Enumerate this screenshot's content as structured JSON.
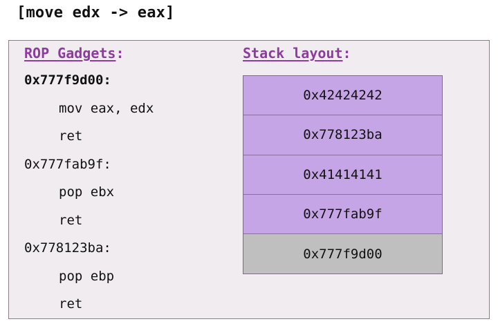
{
  "title": "[move edx -> eax]",
  "gadgets_heading": {
    "text": "ROP Gadgets",
    "suffix": ":"
  },
  "stack_heading": {
    "text": "Stack layout",
    "suffix": ":"
  },
  "gadget_lines": [
    {
      "text": "0x777f9d00:",
      "indent": false,
      "bold": true
    },
    {
      "text": "mov eax, edx",
      "indent": true,
      "bold": false
    },
    {
      "text": "ret",
      "indent": true,
      "bold": false
    },
    {
      "text": "0x777fab9f:",
      "indent": false,
      "bold": false
    },
    {
      "text": "pop ebx",
      "indent": true,
      "bold": false
    },
    {
      "text": "ret",
      "indent": true,
      "bold": false
    },
    {
      "text": "0x778123ba:",
      "indent": false,
      "bold": false
    },
    {
      "text": "pop ebp",
      "indent": true,
      "bold": false
    },
    {
      "text": "ret",
      "indent": true,
      "bold": false
    }
  ],
  "stack_cells": [
    {
      "value": "0x42424242",
      "color": "#c6a5e6"
    },
    {
      "value": "0x778123ba",
      "color": "#c6a5e6"
    },
    {
      "value": "0x41414141",
      "color": "#c6a5e6"
    },
    {
      "value": "0x777fab9f",
      "color": "#c6a5e6"
    },
    {
      "value": "0x777f9d00",
      "color": "#bfbfbf"
    }
  ],
  "colors": {
    "heading": "#8e3aa0",
    "panel_bg": "#f0ecf0",
    "stack_fill": "#c6a5e6",
    "stack_base": "#bfbfbf"
  }
}
